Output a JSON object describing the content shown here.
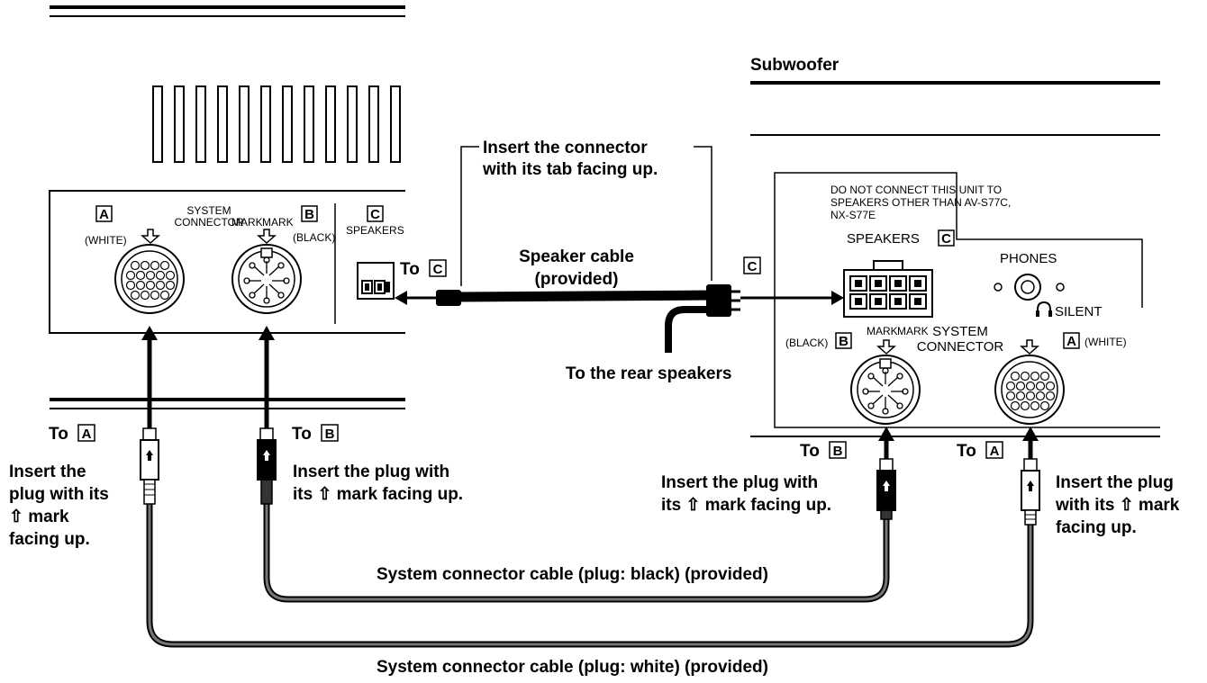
{
  "title_subwoofer": "Subwoofer",
  "main_unit": {
    "a_box": "A",
    "a_color": "(WHITE)",
    "system_connector": [
      "SYSTEM",
      "CONNECTOR"
    ],
    "mark_a": "MARK",
    "mark_b": "MARK",
    "b_box": "B",
    "b_color": "(BLACK)",
    "c_box": "C",
    "speakers": "SPEAKERS"
  },
  "subwoofer_unit": {
    "warning": [
      "DO NOT CONNECT THIS UNIT TO",
      "SPEAKERS OTHER THAN AV-S77C,",
      "NX-S77E"
    ],
    "speakers": "SPEAKERS",
    "c_box": "C",
    "phones": "PHONES",
    "silent": "SILENT",
    "b_color": "(BLACK)",
    "b_box": "B",
    "mark_b": "MARK",
    "mark_a": "MARK",
    "system_connector": [
      "SYSTEM",
      "CONNECTOR"
    ],
    "a_box": "A",
    "a_color": "(WHITE)"
  },
  "labels": {
    "insert_connector": [
      "Insert the connector",
      "with its tab facing up."
    ],
    "to_c_left_prefix": "To",
    "to_c_left_box": "C",
    "speaker_cable": [
      "Speaker cable",
      "(provided)"
    ],
    "c_box_right": "C",
    "rear_speakers": "To the rear speakers",
    "to_a_left_prefix": "To",
    "to_a_left_box": "A",
    "to_b_left_prefix": "To",
    "to_b_left_box": "B",
    "insert_plug_left": [
      "Insert the",
      "plug with its",
      "⇧ mark",
      "facing up."
    ],
    "insert_plug_mid": [
      "Insert the plug with",
      "its ⇧ mark facing up."
    ],
    "to_b_right_prefix": "To",
    "to_b_right_box": "B",
    "to_a_right_prefix": "To",
    "to_a_right_box": "A",
    "insert_plug_right_mid": [
      "Insert the plug with",
      "its ⇧ mark facing up."
    ],
    "insert_plug_right": [
      "Insert the plug",
      "with its ⇧ mark",
      "facing up."
    ],
    "cable_black": "System connector cable (plug: black) (provided)",
    "cable_white": "System connector cable (plug: white) (provided)"
  }
}
